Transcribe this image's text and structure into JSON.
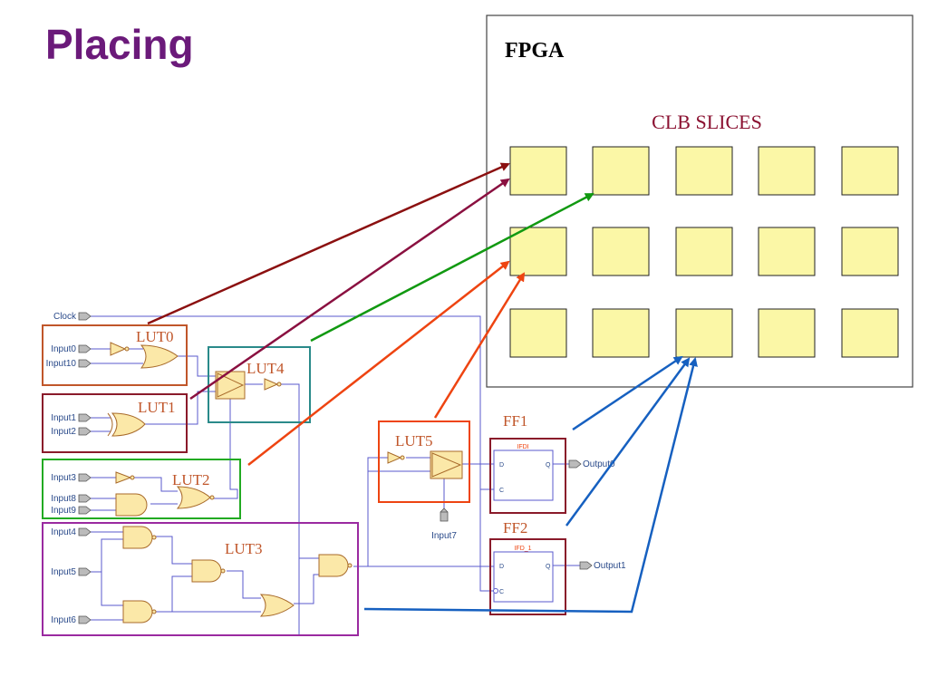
{
  "title": "Placing",
  "fpga": {
    "label": "FPGA",
    "slices_label": "CLB SLICES",
    "slice_color": "#fbf7a6"
  },
  "blocks": {
    "lut0": "LUT0",
    "lut1": "LUT1",
    "lut2": "LUT2",
    "lut3": "LUT3",
    "lut4": "LUT4",
    "lut5": "LUT5",
    "ff1": "FF1",
    "ff2": "FF2"
  },
  "ports": {
    "clock": "Clock",
    "input0": "Input0",
    "input10": "Input10",
    "input1": "Input1",
    "input2": "Input2",
    "input3": "Input3",
    "input8": "Input8",
    "input9": "Input9",
    "input4": "Input4",
    "input5": "Input5",
    "input6": "Input6",
    "input7": "Input7",
    "output0": "Output0",
    "output1": "Output1"
  },
  "ff_cells": {
    "ff1_name": "IFDI",
    "ff2_name": "IFD_1",
    "d": "D",
    "q": "Q",
    "c": "C"
  },
  "colors": {
    "title": "#6b1a7a",
    "lut0": "#c0562a",
    "lut1": "#8a1a2a",
    "lut2": "#22aa22",
    "lut3": "#9a2aa0",
    "lut4": "#2a8a8a",
    "lut5": "#ee4411",
    "ff": "#8a1a2a",
    "wire": "#5a5acc",
    "gate_fill": "#fbe8a8",
    "gate_stroke": "#a86a2a",
    "arrow_dark": "#8b1010",
    "arrow_maroon": "#8a1040",
    "arrow_green": "#119911",
    "arrow_orange": "#ee4411",
    "arrow_blue": "#1660c0"
  }
}
